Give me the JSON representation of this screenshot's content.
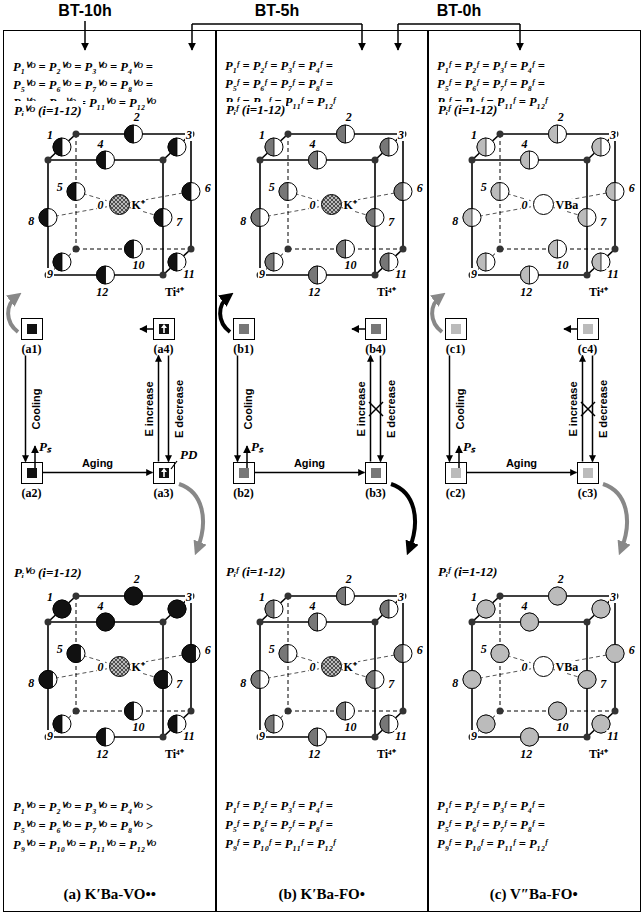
{
  "diagram": {
    "nodes": [
      {
        "text": [
          "(a) K′Ba-VO••"
        ]
      },
      {
        "text": [
          "(a1)"
        ],
        "in": 0
      },
      {
        "text": [
          "(a4)"
        ],
        "in": 0
      },
      {
        "text": [
          "(a2)"
        ],
        "in": 0
      },
      {
        "text": [
          "(a3)"
        ],
        "in": 0
      },
      {
        "text": [
          "(b) K′Ba-FO•"
        ]
      },
      {
        "text": [
          "(b1)"
        ],
        "in": 5
      },
      {
        "text": [
          "(b4)"
        ],
        "in": 5
      },
      {
        "text": [
          "(b2)"
        ],
        "in": 5
      },
      {
        "text": [
          "(b3)"
        ],
        "in": 5
      },
      {
        "text": [
          "(c) V″Ba-FO•"
        ]
      },
      {
        "text": [
          "(c1)"
        ],
        "in": 10
      },
      {
        "text": [
          "(c4)"
        ],
        "in": 10
      },
      {
        "text": [
          "(c2)"
        ],
        "in": 10
      },
      {
        "text": [
          "(c3)"
        ],
        "in": 10
      }
    ],
    "edges": [
      {
        "from": 1,
        "to": 3,
        "label": "Cooling",
        "arrow": "to"
      },
      {
        "from": 3,
        "to": 4,
        "label": "Aging",
        "arrow": "to"
      },
      {
        "from": 4,
        "to": 2,
        "label": "E increase",
        "arrow": "to"
      },
      {
        "from": 2,
        "to": 4,
        "label": "E decrease",
        "arrow": "to"
      },
      {
        "from": 6,
        "to": 8,
        "label": "Cooling",
        "arrow": "to"
      },
      {
        "from": 8,
        "to": 9,
        "label": "Aging",
        "arrow": "to"
      },
      {
        "from": 9,
        "to": 7,
        "label": "E increase",
        "arrow": "to"
      },
      {
        "from": 7,
        "to": 9,
        "label": "E decrease",
        "arrow": "to"
      },
      {
        "from": 11,
        "to": 13,
        "label": "Cooling",
        "arrow": "to"
      },
      {
        "from": 13,
        "to": 14,
        "label": "Aging",
        "arrow": "to"
      },
      {
        "from": 14,
        "to": 12,
        "label": "E increase",
        "arrow": "to"
      },
      {
        "from": 12,
        "to": 14,
        "label": "E decrease",
        "arrow": "to"
      }
    ],
    "labels": [
      "BT-10h",
      "BT-5h",
      "BT-0h",
      "P₁ⱽᴼ = P₂ⱽᴼ = P₃ⱽᴼ = P₄ⱽᴼ =",
      "P₅ⱽᴼ = P₆ⱽᴼ = P₇ⱽᴼ = P₈ⱽᴼ =",
      "P₉ⱽᴼ = P₁₀ⱽᴼ = P₁₁ⱽᴼ = P₁₂ⱽᴼ",
      "Pᵢⱽᴼ (i=1-12)",
      "0",
      "K⁺",
      "Ti⁴⁺",
      "1",
      "2",
      "3",
      "4",
      "5",
      "6",
      "7",
      "8",
      "9",
      "10",
      "11",
      "12",
      "Pₛ",
      "PD",
      "Pᵢⱽᴼ (i=1-12)",
      "0",
      "K⁺",
      "Ti⁴⁺",
      "1",
      "2",
      "3",
      "4",
      "5",
      "6",
      "7",
      "8",
      "9",
      "10",
      "11",
      "12",
      "P₁ⱽᴼ = P₂ⱽᴼ = P₃ⱽᴼ = P₄ⱽᴼ >",
      "P₅ⱽᴼ = P₆ⱽᴼ = P₇ⱽᴼ = P₈ⱽᴼ >",
      "P₉ⱽᴼ = P₁₀ⱽᴼ = P₁₁ⱽᴼ = P₁₂ⱽᴼ",
      "P₁ᶠ = P₂ᶠ = P₃ᶠ = P₄ᶠ =",
      "P₅ᶠ = P₆ᶠ = P₇ᶠ = P₈ᶠ =",
      "P₉ᶠ = P₁₀ᶠ = P₁₁ᶠ = P₁₂ᶠ",
      "Pᵢᶠ (i=1-12)",
      "0",
      "K⁺",
      "Ti⁴⁺",
      "1",
      "2",
      "3",
      "4",
      "5",
      "6",
      "7",
      "8",
      "9",
      "10",
      "11",
      "12",
      "Pₛ",
      "Pᵢᶠ (i=1-12)",
      "0",
      "K⁺",
      "Ti⁴⁺",
      "1",
      "2",
      "3",
      "4",
      "5",
      "6",
      "7",
      "8",
      "9",
      "10",
      "11",
      "12",
      "P₁ᶠ = P₂ᶠ = P₃ᶠ = P₄ᶠ =",
      "P₅ᶠ = P₆ᶠ = P₇ᶠ = P₈ᶠ =",
      "P₉ᶠ = P₁₀ᶠ = P₁₁ᶠ = P₁₂ᶠ",
      "P₁ᶠ = P₂ᶠ = P₃ᶠ = P₄ᶠ =",
      "P₅ᶠ = P₆ᶠ = P₇ᶠ = P₈ᶠ =",
      "P₉ᶠ = P₁₀ᶠ = P₁₁ᶠ = P₁₂ᶠ",
      "Pᵢᶠ (i=1-12)",
      "0",
      "VBa",
      "Ti⁴⁺",
      "1",
      "2",
      "3",
      "4",
      "5",
      "6",
      "7",
      "8",
      "9",
      "10",
      "11",
      "12",
      "Pₛ",
      "Pᵢᶠ (i=1-12)",
      "0",
      "VBa",
      "Ti⁴⁺",
      "1",
      "2",
      "3",
      "4",
      "5",
      "6",
      "7",
      "8",
      "9",
      "10",
      "11",
      "12",
      "P₁ᶠ = P₂ᶠ = P₃ᶠ = P₄ᶠ =",
      "P₅ᶠ = P₆ᶠ = P₇ᶠ = P₈ᶠ =",
      "P₉ᶠ = P₁₀ᶠ = P₁₁ᶠ = P₁₂ᶠ"
    ]
  }
}
